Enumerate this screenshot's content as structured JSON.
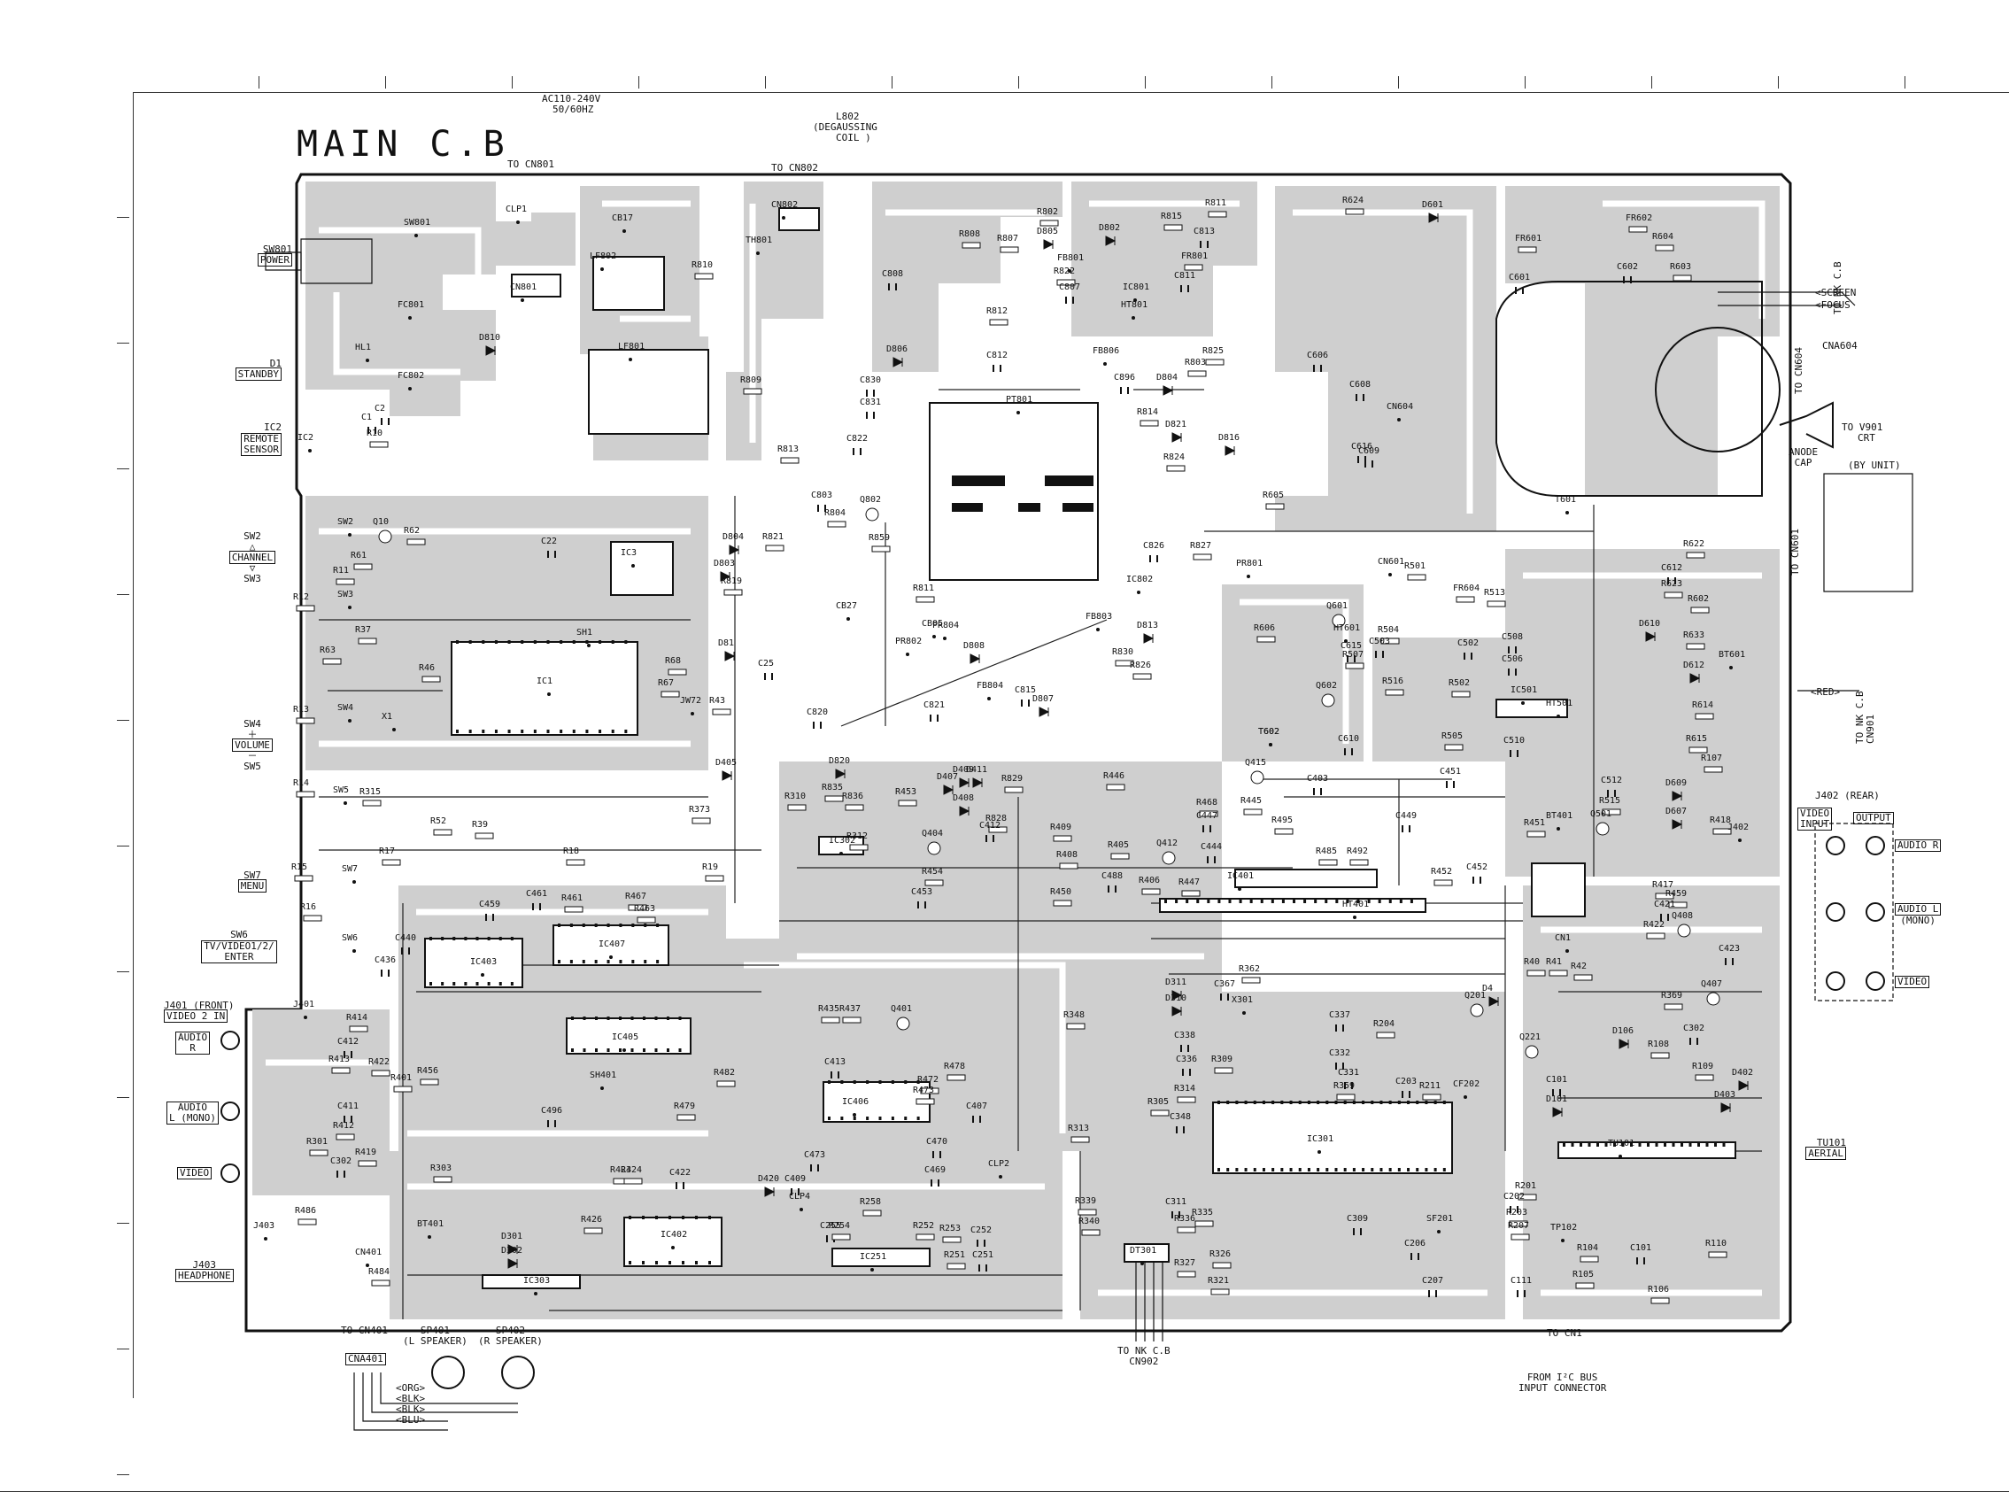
{
  "board": {
    "title": "MAIN C.B"
  },
  "top_connectors": {
    "ac_input": [
      "AC110-240V",
      "50/60HZ"
    ],
    "ac_to": "TO CN801",
    "degauss": [
      "L802",
      "(DEGAUSSING",
      "COIL )"
    ],
    "degauss_to": "TO CN802"
  },
  "left_labels": {
    "sw801": [
      "SW801",
      "POWER"
    ],
    "d1": [
      "D1",
      "STANDBY"
    ],
    "ic2": [
      "IC2",
      "REMOTE",
      "SENSOR"
    ],
    "sw2": [
      "SW2",
      "CHANNEL",
      "SW3"
    ],
    "sw4": [
      "SW4",
      "VOLUME",
      "SW5"
    ],
    "sw7": [
      "SW7",
      "MENU"
    ],
    "sw6": [
      "SW6",
      "TV/VIDEO1/2/",
      "ENTER"
    ],
    "j401": [
      "J401 (FRONT)",
      "VIDEO 2 IN"
    ],
    "jack_audio_r": [
      "AUDIO",
      "R"
    ],
    "jack_audio_l": [
      "AUDIO",
      "L (MONO)"
    ],
    "jack_video": "VIDEO",
    "j403": [
      "J403",
      "HEADPHONE"
    ]
  },
  "right_labels": {
    "screen": "SCREEN",
    "focus": "FOCUS",
    "to_nk_cb": "TO NK C.B",
    "cna604": "CNA604",
    "to_cn604": "TO CN604",
    "anode_cap": [
      "ANODE",
      "CAP"
    ],
    "to_v901": [
      "TO V901",
      "CRT"
    ],
    "by_unit": "(BY UNIT)",
    "to_cn601": "TO CN601",
    "red": "RED",
    "to_nk_cn901": [
      "TO NK C.B",
      "CN901"
    ],
    "j402": "J402 (REAR)",
    "video_input": [
      "VIDEO",
      "INPUT"
    ],
    "output": "OUTPUT",
    "audio_r": "AUDIO R",
    "audio_l": [
      "AUDIO L",
      "(MONO)"
    ],
    "video": "VIDEO",
    "tu101": [
      "TU101",
      "AERIAL"
    ]
  },
  "bottom_labels": {
    "to_cn401": "TO CN401",
    "cna401": "CNA401",
    "sp401": [
      "SP401",
      "(L SPEAKER)"
    ],
    "sp402": [
      "SP402",
      "(R SPEAKER)"
    ],
    "wires": [
      "ORG",
      "BLK",
      "BLK",
      "BLU"
    ],
    "to_nk_cn902": [
      "TO NK C.B",
      "CN902"
    ],
    "to_cn1": "TO CN1",
    "from_i2c": [
      "FROM I²C BUS",
      "INPUT CONNECTOR"
    ]
  },
  "parts": [
    [
      "SW801",
      470,
      252
    ],
    [
      "CLP1",
      585,
      237
    ],
    [
      "CB17",
      705,
      247
    ],
    [
      "CN802",
      885,
      232
    ],
    [
      "TH801",
      856,
      272
    ],
    [
      "LF802",
      680,
      290
    ],
    [
      "CN801",
      590,
      325
    ],
    [
      "FC801",
      463,
      345
    ],
    [
      "D810",
      555,
      382
    ],
    [
      "LF801",
      712,
      392
    ],
    [
      "FC802",
      463,
      425
    ],
    [
      "HL1",
      415,
      393
    ],
    [
      "R810",
      795,
      300
    ],
    [
      "R809",
      850,
      430
    ],
    [
      "C808",
      1010,
      310
    ],
    [
      "D806",
      1015,
      395
    ],
    [
      "C830",
      985,
      430
    ],
    [
      "C831",
      985,
      455
    ],
    [
      "C822",
      970,
      496
    ],
    [
      "R813",
      892,
      508
    ],
    [
      "R807",
      1140,
      270
    ],
    [
      "R808",
      1097,
      265
    ],
    [
      "R802",
      1185,
      240
    ],
    [
      "D805",
      1185,
      262
    ],
    [
      "D802",
      1255,
      258
    ],
    [
      "FB801",
      1208,
      292
    ],
    [
      "R822",
      1204,
      307
    ],
    [
      "C807",
      1210,
      325
    ],
    [
      "IC801",
      1282,
      325
    ],
    [
      "HT801",
      1280,
      345
    ],
    [
      "R815",
      1325,
      245
    ],
    [
      "R811",
      1375,
      230
    ],
    [
      "FR801",
      1348,
      290
    ],
    [
      "C811",
      1340,
      312
    ],
    [
      "C813",
      1362,
      262
    ],
    [
      "R812",
      1128,
      352
    ],
    [
      "C812",
      1128,
      402
    ],
    [
      "FB806",
      1248,
      397
    ],
    [
      "R825",
      1372,
      397
    ],
    [
      "R803",
      1352,
      410
    ],
    [
      "D804",
      1320,
      427
    ],
    [
      "C896",
      1272,
      427
    ],
    [
      "PT801",
      1150,
      452
    ],
    [
      "R814",
      1298,
      466
    ],
    [
      "D821",
      1330,
      480
    ],
    [
      "R824",
      1328,
      517
    ],
    [
      "D816",
      1390,
      495
    ],
    [
      "R624",
      1530,
      227
    ],
    [
      "D601",
      1620,
      232
    ],
    [
      "FR602",
      1850,
      247
    ],
    [
      "FR601",
      1725,
      270
    ],
    [
      "R604",
      1880,
      268
    ],
    [
      "C602",
      1840,
      302
    ],
    [
      "R603",
      1900,
      302
    ],
    [
      "C601",
      1718,
      314
    ],
    [
      "C606",
      1490,
      402
    ],
    [
      "C608",
      1538,
      435
    ],
    [
      "CN604",
      1580,
      460
    ],
    [
      "C609",
      1548,
      510
    ],
    [
      "C616",
      1540,
      505
    ],
    [
      "T601",
      1770,
      565
    ],
    [
      "R605",
      1440,
      560
    ],
    [
      "PR801",
      1410,
      637
    ],
    [
      "Q601",
      1512,
      685
    ],
    [
      "C826",
      1305,
      617
    ],
    [
      "IC802",
      1286,
      655
    ],
    [
      "R827",
      1358,
      617
    ],
    [
      "CN601",
      1570,
      635
    ],
    [
      "R501",
      1600,
      640
    ],
    [
      "FR604",
      1655,
      665
    ],
    [
      "R513",
      1690,
      670
    ],
    [
      "R606",
      1430,
      710
    ],
    [
      "HT601",
      1520,
      710
    ],
    [
      "R504",
      1570,
      712
    ],
    [
      "C502",
      1660,
      727
    ],
    [
      "C503",
      1560,
      725
    ],
    [
      "C508",
      1710,
      720
    ],
    [
      "C506",
      1710,
      745
    ],
    [
      "R502",
      1650,
      772
    ],
    [
      "IC501",
      1720,
      780
    ],
    [
      "HT501",
      1760,
      795
    ],
    [
      "T602",
      1435,
      827
    ],
    [
      "C610",
      1525,
      835
    ],
    [
      "R505",
      1642,
      832
    ],
    [
      "C510",
      1712,
      837
    ],
    [
      "C451",
      1640,
      872
    ],
    [
      "C449",
      1590,
      922
    ],
    [
      "BT401",
      1760,
      922
    ],
    [
      "R451",
      1735,
      930
    ],
    [
      "C452",
      1670,
      980
    ],
    [
      "R452",
      1630,
      985
    ],
    [
      "HT401",
      1530,
      1022
    ],
    [
      "R485",
      1500,
      962
    ],
    [
      "R492",
      1535,
      962
    ],
    [
      "C403",
      1490,
      880
    ],
    [
      "Q415",
      1420,
      862
    ],
    [
      "R445",
      1415,
      905
    ],
    [
      "R446",
      1260,
      877
    ],
    [
      "C447",
      1365,
      922
    ],
    [
      "R468",
      1365,
      907
    ],
    [
      "C444",
      1370,
      957
    ],
    [
      "R495",
      1450,
      927
    ],
    [
      "IC401",
      1400,
      990
    ],
    [
      "R447",
      1345,
      997
    ],
    [
      "R409",
      1200,
      935
    ],
    [
      "R408",
      1207,
      966
    ],
    [
      "R406",
      1300,
      995
    ],
    [
      "R405",
      1265,
      955
    ],
    [
      "Q412",
      1320,
      953
    ],
    [
      "C488",
      1258,
      990
    ],
    [
      "R450",
      1200,
      1008
    ],
    [
      "C453",
      1043,
      1008
    ],
    [
      "R454",
      1055,
      985
    ],
    [
      "Q404",
      1055,
      942
    ],
    [
      "C412",
      1120,
      933
    ],
    [
      "R829",
      1145,
      880
    ],
    [
      "R828",
      1127,
      925
    ],
    [
      "IC302",
      950,
      950
    ],
    [
      "R312",
      970,
      945
    ],
    [
      "D820",
      950,
      860
    ],
    [
      "R835",
      942,
      890
    ],
    [
      "R836",
      965,
      900
    ],
    [
      "R453",
      1025,
      895
    ],
    [
      "D409",
      1090,
      870
    ],
    [
      "D411",
      1105,
      870
    ],
    [
      "D408",
      1090,
      902
    ],
    [
      "D407",
      1072,
      878
    ],
    [
      "R310",
      900,
      900
    ],
    [
      "D405",
      822,
      862
    ],
    [
      "R373",
      792,
      915
    ],
    [
      "R19",
      807,
      980
    ],
    [
      "R18",
      650,
      962
    ],
    [
      "R39",
      547,
      932
    ],
    [
      "R52",
      500,
      928
    ],
    [
      "R17",
      442,
      962
    ],
    [
      "R315",
      420,
      895
    ],
    [
      "SW5",
      390,
      893
    ],
    [
      "R14",
      345,
      885
    ],
    [
      "SW7",
      400,
      982
    ],
    [
      "R15",
      343,
      980
    ],
    [
      "R16",
      353,
      1025
    ],
    [
      "SW6",
      400,
      1060
    ],
    [
      "IC403",
      545,
      1087
    ],
    [
      "C459",
      555,
      1022
    ],
    [
      "R467",
      720,
      1013
    ],
    [
      "IC407",
      690,
      1067
    ],
    [
      "R463",
      730,
      1027
    ],
    [
      "R461",
      648,
      1015
    ],
    [
      "C461",
      608,
      1010
    ],
    [
      "C440",
      460,
      1060
    ],
    [
      "C436",
      437,
      1085
    ],
    [
      "J401",
      345,
      1135
    ],
    [
      "R414",
      405,
      1150
    ],
    [
      "C412",
      395,
      1177
    ],
    [
      "R413",
      385,
      1197
    ],
    [
      "R422",
      430,
      1200
    ],
    [
      "C411",
      395,
      1250
    ],
    [
      "R412",
      390,
      1272
    ],
    [
      "R301",
      360,
      1290
    ],
    [
      "R419",
      415,
      1302
    ],
    [
      "C302",
      387,
      1312
    ],
    [
      "R303",
      500,
      1320
    ],
    [
      "R486",
      347,
      1368
    ],
    [
      "BT401",
      485,
      1383
    ],
    [
      "D301",
      580,
      1397
    ],
    [
      "D302",
      580,
      1413
    ],
    [
      "IC303",
      605,
      1447
    ],
    [
      "R484",
      430,
      1437
    ],
    [
      "CN401",
      415,
      1415
    ],
    [
      "J403",
      300,
      1385
    ],
    [
      "R456",
      485,
      1210
    ],
    [
      "IC405",
      705,
      1172
    ],
    [
      "SH401",
      680,
      1215
    ],
    [
      "R479",
      775,
      1250
    ],
    [
      "R482",
      820,
      1212
    ],
    [
      "C496",
      625,
      1255
    ],
    [
      "R401",
      455,
      1218
    ],
    [
      "IC402",
      760,
      1395
    ],
    [
      "R423",
      703,
      1322
    ],
    [
      "R424",
      715,
      1322
    ],
    [
      "C422",
      770,
      1325
    ],
    [
      "R426",
      670,
      1378
    ],
    [
      "D420",
      870,
      1332
    ],
    [
      "C409",
      900,
      1332
    ],
    [
      "CLP4",
      905,
      1352
    ],
    [
      "IC406",
      965,
      1245
    ],
    [
      "C413",
      945,
      1200
    ],
    [
      "R435",
      938,
      1140
    ],
    [
      "R437",
      962,
      1140
    ],
    [
      "Q401",
      1020,
      1140
    ],
    [
      "R472",
      1050,
      1220
    ],
    [
      "R473",
      1045,
      1232
    ],
    [
      "R478",
      1080,
      1205
    ],
    [
      "C407",
      1105,
      1250
    ],
    [
      "C470",
      1060,
      1290
    ],
    [
      "C469",
      1058,
      1322
    ],
    [
      "C473",
      922,
      1305
    ],
    [
      "CLP2",
      1130,
      1315
    ],
    [
      "R258",
      985,
      1358
    ],
    [
      "R252",
      1045,
      1385
    ],
    [
      "R253",
      1075,
      1388
    ],
    [
      "C252",
      1110,
      1390
    ],
    [
      "IC251",
      985,
      1420
    ],
    [
      "R251",
      1080,
      1418
    ],
    [
      "C251",
      1112,
      1418
    ],
    [
      "C255",
      940,
      1385
    ],
    [
      "R254",
      950,
      1385
    ],
    [
      "R348",
      1215,
      1147
    ],
    [
      "D311",
      1330,
      1110
    ],
    [
      "D310",
      1330,
      1128
    ],
    [
      "C367",
      1385,
      1112
    ],
    [
      "R362",
      1413,
      1095
    ],
    [
      "X301",
      1405,
      1130
    ],
    [
      "C338",
      1340,
      1170
    ],
    [
      "C336",
      1342,
      1197
    ],
    [
      "R309",
      1382,
      1197
    ],
    [
      "R314",
      1340,
      1230
    ],
    [
      "C348",
      1335,
      1262
    ],
    [
      "R305",
      1310,
      1245
    ],
    [
      "IC301",
      1490,
      1287
    ],
    [
      "R313",
      1220,
      1275
    ],
    [
      "R339",
      1228,
      1357
    ],
    [
      "R340",
      1232,
      1380
    ],
    [
      "DT301",
      1290,
      1413
    ],
    [
      "C311",
      1330,
      1358
    ],
    [
      "R336",
      1340,
      1377
    ],
    [
      "R335",
      1360,
      1370
    ],
    [
      "R327",
      1340,
      1427
    ],
    [
      "R326",
      1380,
      1417
    ],
    [
      "R321",
      1378,
      1447
    ],
    [
      "C309",
      1535,
      1377
    ],
    [
      "SF201",
      1625,
      1377
    ],
    [
      "C206",
      1600,
      1405
    ],
    [
      "C207",
      1620,
      1447
    ],
    [
      "C203",
      1590,
      1222
    ],
    [
      "R211",
      1617,
      1227
    ],
    [
      "CF202",
      1655,
      1225
    ],
    [
      "C331",
      1525,
      1212
    ],
    [
      "C332",
      1515,
      1190
    ],
    [
      "C337",
      1515,
      1147
    ],
    [
      "R359",
      1520,
      1227
    ],
    [
      "R204",
      1565,
      1157
    ],
    [
      "Q201",
      1668,
      1125
    ],
    [
      "Q221",
      1730,
      1172
    ],
    [
      "C101",
      1760,
      1220
    ],
    [
      "D101",
      1760,
      1242
    ],
    [
      "D4",
      1688,
      1117
    ],
    [
      "R40",
      1735,
      1087
    ],
    [
      "R41",
      1760,
      1087
    ],
    [
      "R42",
      1788,
      1092
    ],
    [
      "CN1",
      1770,
      1060
    ],
    [
      "R422",
      1870,
      1045
    ],
    [
      "C421",
      1882,
      1022
    ],
    [
      "R459",
      1895,
      1010
    ],
    [
      "R417",
      1880,
      1000
    ],
    [
      "Q408",
      1902,
      1035
    ],
    [
      "R418",
      1945,
      927
    ],
    [
      "J402",
      1965,
      935
    ],
    [
      "C423",
      1955,
      1072
    ],
    [
      "R369",
      1890,
      1125
    ],
    [
      "Q407",
      1935,
      1112
    ],
    [
      "C302",
      1915,
      1162
    ],
    [
      "D106",
      1835,
      1165
    ],
    [
      "R108",
      1875,
      1180
    ],
    [
      "R109",
      1925,
      1205
    ],
    [
      "D402",
      1970,
      1212
    ],
    [
      "D403",
      1950,
      1237
    ],
    [
      "TU101",
      1830,
      1292
    ],
    [
      "R201",
      1725,
      1340
    ],
    [
      "C202",
      1712,
      1352
    ],
    [
      "R203",
      1715,
      1370
    ],
    [
      "R207",
      1717,
      1385
    ],
    [
      "TP102",
      1765,
      1387
    ],
    [
      "R104",
      1795,
      1410
    ],
    [
      "C101",
      1855,
      1410
    ],
    [
      "R110",
      1940,
      1405
    ],
    [
      "R106",
      1875,
      1457
    ],
    [
      "C111",
      1720,
      1447
    ],
    [
      "R105",
      1790,
      1440
    ],
    [
      "Q501",
      1810,
      920
    ],
    [
      "R515",
      1820,
      905
    ],
    [
      "C512",
      1822,
      882
    ],
    [
      "D609",
      1895,
      885
    ],
    [
      "D607",
      1895,
      917
    ],
    [
      "R107",
      1935,
      857
    ],
    [
      "R615",
      1918,
      835
    ],
    [
      "R614",
      1925,
      797
    ],
    [
      "BT601",
      1955,
      740
    ],
    [
      "R633",
      1915,
      718
    ],
    [
      "D612",
      1915,
      752
    ],
    [
      "R602",
      1920,
      677
    ],
    [
      "R623",
      1890,
      660
    ],
    [
      "C612",
      1890,
      642
    ],
    [
      "R622",
      1915,
      615
    ],
    [
      "D610",
      1865,
      705
    ],
    [
      "C803",
      930,
      560
    ],
    [
      "Q802",
      985,
      565
    ],
    [
      "R804",
      945,
      580
    ],
    [
      "R859",
      995,
      608
    ],
    [
      "D804",
      830,
      607
    ],
    [
      "R821",
      875,
      607
    ],
    [
      "D803",
      820,
      637
    ],
    [
      "R819",
      828,
      657
    ],
    [
      "IC3",
      715,
      625
    ],
    [
      "C22",
      625,
      612
    ],
    [
      "SH1",
      665,
      715
    ],
    [
      "IC1",
      620,
      770
    ],
    [
      "R68",
      765,
      747
    ],
    [
      "R67",
      757,
      772
    ],
    [
      "R43",
      815,
      792
    ],
    [
      "JW72",
      782,
      792
    ],
    [
      "D81",
      825,
      727
    ],
    [
      "C25",
      870,
      750
    ],
    [
      "C820",
      925,
      805
    ],
    [
      "C821",
      1057,
      797
    ],
    [
      "CB27",
      958,
      685
    ],
    [
      "R811",
      1045,
      665
    ],
    [
      "PR802",
      1025,
      725
    ],
    [
      "CB05",
      1055,
      705
    ],
    [
      "PR804",
      1067,
      707
    ],
    [
      "D808",
      1102,
      730
    ],
    [
      "FB804",
      1117,
      775
    ],
    [
      "C815",
      1160,
      780
    ],
    [
      "D807",
      1180,
      790
    ],
    [
      "FB803",
      1240,
      697
    ],
    [
      "D813",
      1298,
      707
    ],
    [
      "R830",
      1270,
      737
    ],
    [
      "R826",
      1290,
      752
    ],
    [
      "T602",
      1435,
      827
    ],
    [
      "Q602",
      1500,
      775
    ],
    [
      "R507",
      1530,
      740
    ],
    [
      "C615",
      1528,
      730
    ],
    [
      "R516",
      1575,
      770
    ],
    [
      "R62",
      470,
      600
    ],
    [
      "Q10",
      435,
      590
    ],
    [
      "R61",
      410,
      628
    ],
    [
      "SW2",
      395,
      590
    ],
    [
      "R11",
      390,
      645
    ],
    [
      "SW3",
      395,
      672
    ],
    [
      "R12",
      345,
      675
    ],
    [
      "R37",
      415,
      712
    ],
    [
      "R63",
      375,
      735
    ],
    [
      "R46",
      487,
      755
    ],
    [
      "SW4",
      395,
      800
    ],
    [
      "R13",
      345,
      802
    ],
    [
      "X1",
      445,
      810
    ],
    [
      "IC2",
      350,
      495
    ],
    [
      "R10",
      428,
      490
    ],
    [
      "C1",
      422,
      472
    ],
    [
      "C2",
      437,
      462
    ]
  ]
}
